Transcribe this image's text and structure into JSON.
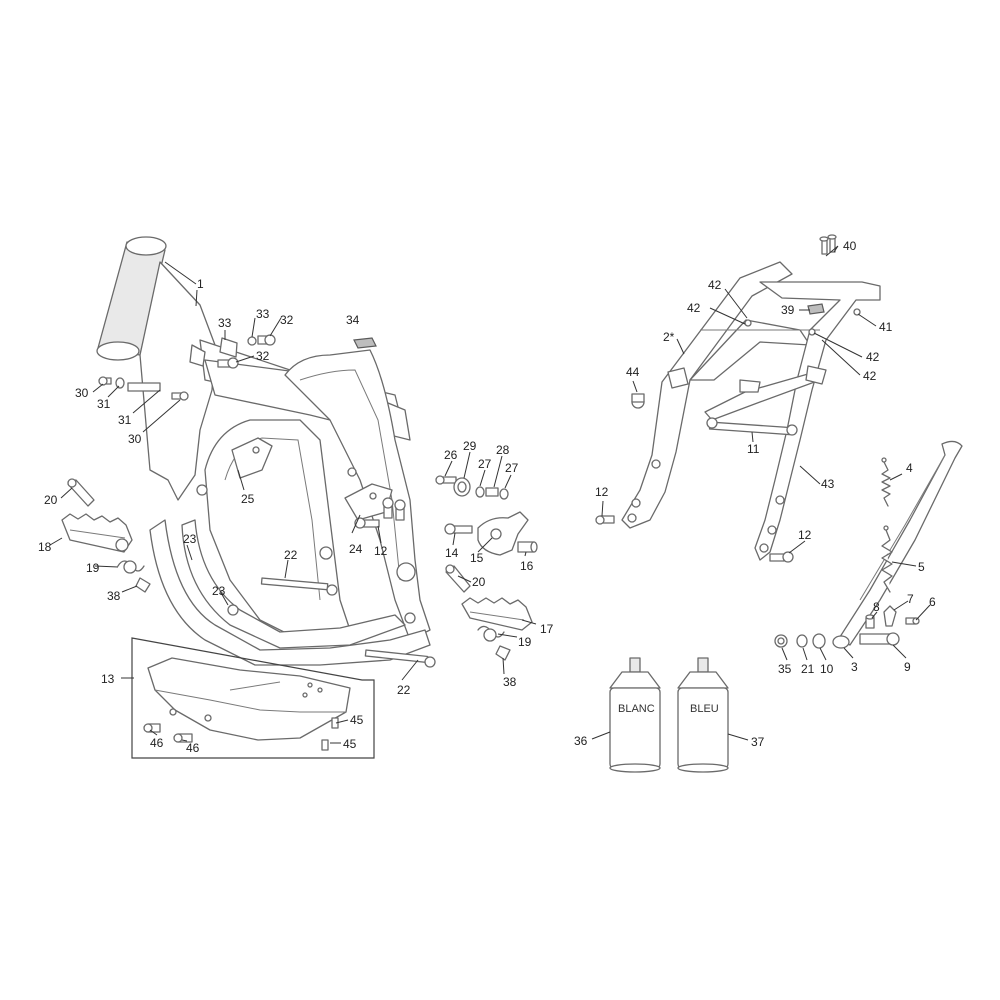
{
  "can_labels": {
    "left": "BLANC",
    "right": "BLEU"
  },
  "callouts": [
    {
      "id": "c1",
      "text": "1"
    },
    {
      "id": "c2",
      "text": "33"
    },
    {
      "id": "c3",
      "text": "33"
    },
    {
      "id": "c4",
      "text": "32"
    },
    {
      "id": "c5",
      "text": "32"
    },
    {
      "id": "c6",
      "text": "34"
    },
    {
      "id": "c7",
      "text": "30"
    },
    {
      "id": "c8",
      "text": "31"
    },
    {
      "id": "c9",
      "text": "31"
    },
    {
      "id": "c10",
      "text": "30"
    },
    {
      "id": "c11",
      "text": "20"
    },
    {
      "id": "c12",
      "text": "18"
    },
    {
      "id": "c13",
      "text": "23"
    },
    {
      "id": "c14",
      "text": "25"
    },
    {
      "id": "c15",
      "text": "19"
    },
    {
      "id": "c16",
      "text": "38"
    },
    {
      "id": "c17",
      "text": "22"
    },
    {
      "id": "c18",
      "text": "23"
    },
    {
      "id": "c19",
      "text": "24"
    },
    {
      "id": "c20",
      "text": "12"
    },
    {
      "id": "c21",
      "text": "26"
    },
    {
      "id": "c22",
      "text": "29"
    },
    {
      "id": "c23",
      "text": "27"
    },
    {
      "id": "c24",
      "text": "28"
    },
    {
      "id": "c25",
      "text": "27"
    },
    {
      "id": "c26",
      "text": "14"
    },
    {
      "id": "c27",
      "text": "15"
    },
    {
      "id": "c28",
      "text": "16"
    },
    {
      "id": "c29",
      "text": "20"
    },
    {
      "id": "c30",
      "text": "17"
    },
    {
      "id": "c31",
      "text": "19"
    },
    {
      "id": "c32",
      "text": "38"
    },
    {
      "id": "c33",
      "text": "22"
    },
    {
      "id": "c34",
      "text": "13"
    },
    {
      "id": "c35",
      "text": "45"
    },
    {
      "id": "c36",
      "text": "45"
    },
    {
      "id": "c37",
      "text": "46"
    },
    {
      "id": "c38",
      "text": "46"
    },
    {
      "id": "c39",
      "text": "40"
    },
    {
      "id": "c40",
      "text": "42"
    },
    {
      "id": "c41",
      "text": "42"
    },
    {
      "id": "c42",
      "text": "39"
    },
    {
      "id": "c43",
      "text": "41"
    },
    {
      "id": "c44",
      "text": "2*"
    },
    {
      "id": "c45",
      "text": "42"
    },
    {
      "id": "c46",
      "text": "42"
    },
    {
      "id": "c47",
      "text": "44"
    },
    {
      "id": "c48",
      "text": "11"
    },
    {
      "id": "c49",
      "text": "43"
    },
    {
      "id": "c50",
      "text": "12"
    },
    {
      "id": "c51",
      "text": "12"
    },
    {
      "id": "c52",
      "text": "4"
    },
    {
      "id": "c53",
      "text": "5"
    },
    {
      "id": "c54",
      "text": "8"
    },
    {
      "id": "c55",
      "text": "7"
    },
    {
      "id": "c56",
      "text": "6"
    },
    {
      "id": "c57",
      "text": "35"
    },
    {
      "id": "c58",
      "text": "21"
    },
    {
      "id": "c59",
      "text": "10"
    },
    {
      "id": "c60",
      "text": "3"
    },
    {
      "id": "c61",
      "text": "9"
    },
    {
      "id": "c62",
      "text": "36"
    },
    {
      "id": "c63",
      "text": "37"
    }
  ]
}
